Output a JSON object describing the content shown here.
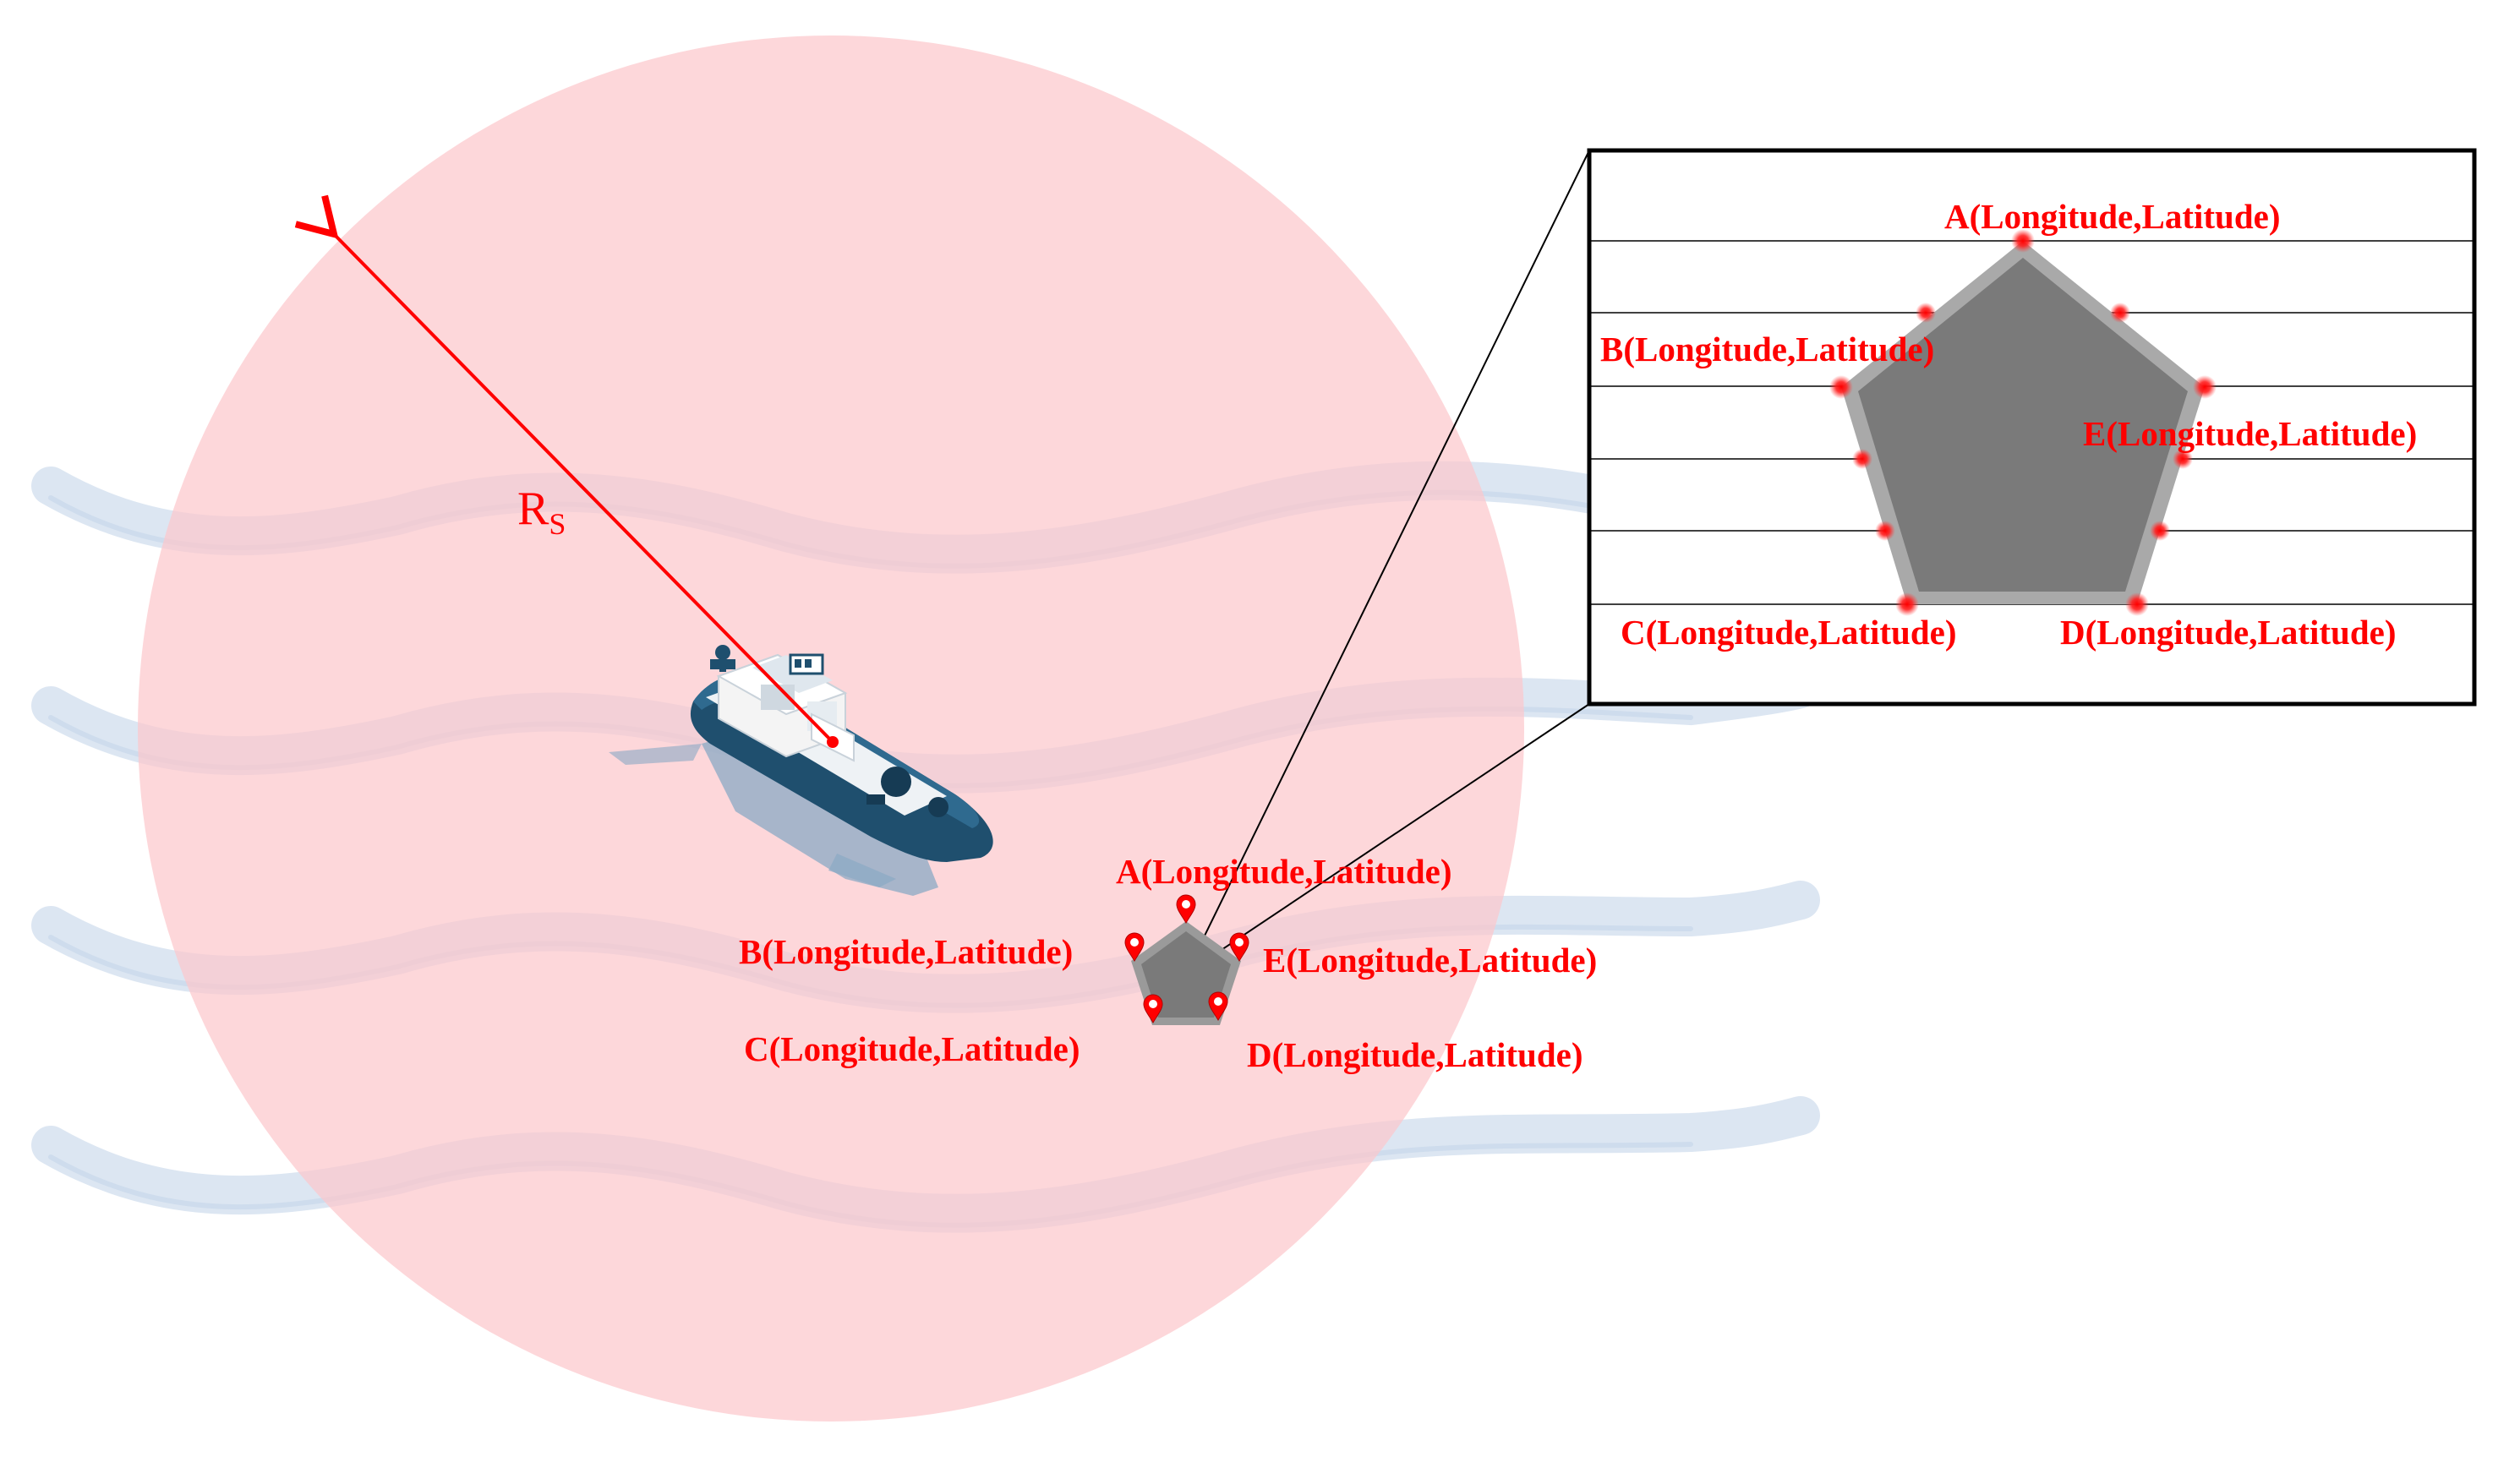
{
  "radius_label": {
    "main": "R",
    "sub": "S"
  },
  "points": {
    "a": "A(Longitude,Latitude)",
    "b": "B(Longitude,Latitude)",
    "c": "C(Longitude,Latitude)",
    "d": "D(Longitude,Latitude)",
    "e": "E(Longitude,Latitude)"
  },
  "colors": {
    "detection_circle": "#fcd6d8",
    "waves": "#dce6f2",
    "radius_arrow": "#ff0000",
    "label_text": "#ff0000",
    "pentagon_fill": "#7a7a7a",
    "pentagon_rim": "#a9a9a9",
    "ship_hull": "#1f4f6e",
    "ship_shadow": "#8aa9c4"
  },
  "icons": {
    "ship": "ship-icon",
    "marker": "map-pin-icon"
  }
}
